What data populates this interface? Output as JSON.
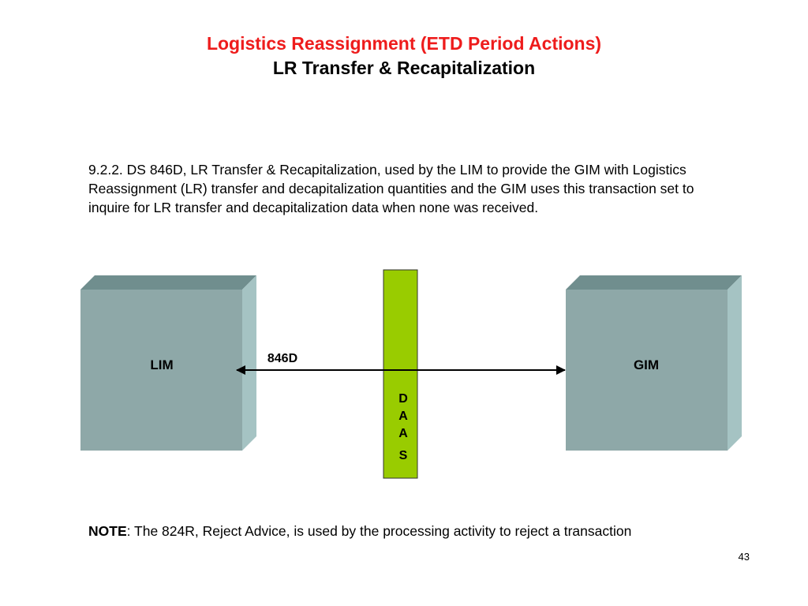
{
  "title": {
    "line1": "Logistics Reassignment (ETD Period Actions)",
    "line2": "LR Transfer & Recapitalization"
  },
  "body_text": "9.2.2. DS 846D, LR Transfer & Recapitalization, used by the LIM to provide the GIM with Logistics Reassignment (LR) transfer and decapitalization quantities and the GIM uses this transaction set to inquire for LR transfer and decapitalization data when none was received.",
  "diagram": {
    "left_node": {
      "label": "LIM"
    },
    "right_node": {
      "label": "GIM"
    },
    "middle_bar": {
      "letters": [
        "D",
        "A",
        "A",
        "S"
      ]
    },
    "arrow": {
      "label": "846D",
      "direction": "bidirectional"
    },
    "colors": {
      "box_front": "#8ea8a8",
      "box_top": "#708e8e",
      "box_side": "#a5c3c3",
      "middle_bar": "#99cc00",
      "arrow": "#000000"
    }
  },
  "note": {
    "key": "NOTE",
    "text": ": The 824R, Reject Advice, is used by the processing activity to reject a transaction"
  },
  "page_number": "43",
  "colors": {
    "title_accent": "#ee1c1c"
  }
}
